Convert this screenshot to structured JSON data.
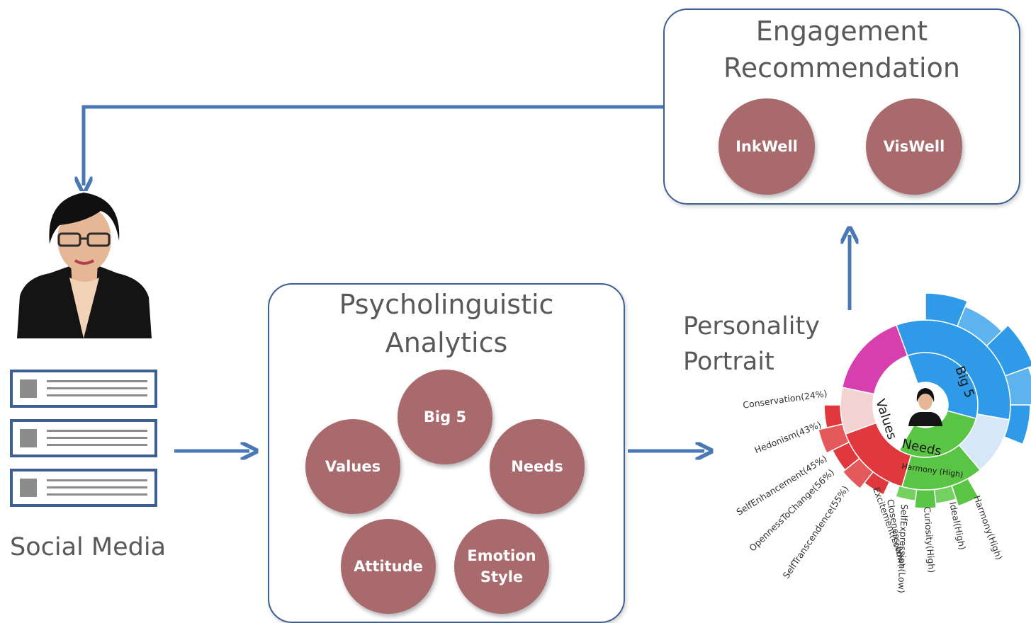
{
  "engagement": {
    "title_line1": "Engagement",
    "title_line2": "Recommendation",
    "tools": [
      "InkWell",
      "VisWell"
    ]
  },
  "social_media": {
    "label": "Social Media"
  },
  "analytics": {
    "title_line1": "Psycholinguistic",
    "title_line2": "Analytics",
    "big5": "Big 5",
    "values": "Values",
    "needs": "Needs",
    "attitude": "Attitude",
    "emotion_line1": "Emotion",
    "emotion_line2": "Style"
  },
  "portrait": {
    "title_line1": "Personality",
    "title_line2": "Portrait",
    "ring_labels": {
      "big5": "Big 5",
      "values": "Values",
      "needs": "Needs"
    },
    "outer_labels": [
      "Conservation(24%)",
      "Hedonism(43%)",
      "SelfEnhancement(45%)",
      "OpennessToChange(56%)",
      "SelfTranscendence(55%)",
      "Excitement(Low)",
      "Closeness(Low)",
      "SelfExpression(Low)",
      "Curiosity(High)",
      "Ideal(High)",
      "Harmony(High)"
    ],
    "harmony_segment": "Harmony (High)"
  },
  "colors": {
    "arrow": "#4a78b5",
    "box_border": "#3d5f94",
    "circle_fill": "#a86a6c",
    "big5_blue": "#2f9ae8",
    "values_red": "#e0383c",
    "needs_green": "#5ac445",
    "social_pink": "#d83fae"
  }
}
